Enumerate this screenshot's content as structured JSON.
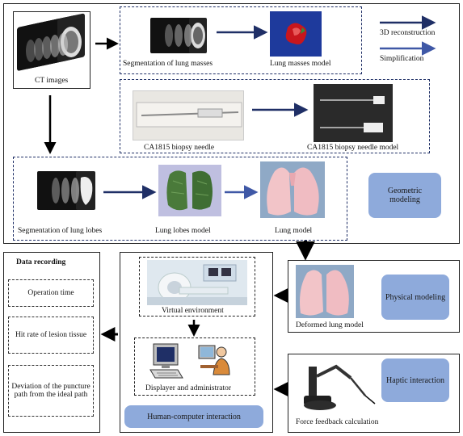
{
  "labels": {
    "ct_images": "CT images",
    "seg_masses": "Segmentation of lung masses",
    "masses_model": "Lung masses model",
    "needle": "CA1815 biopsy needle",
    "needle_model": "CA1815 biopsy needle model",
    "seg_lobes": "Segmentation of lung lobes",
    "lobes_model": "Lung lobes model",
    "lung_model": "Lung model",
    "virtual_env": "Virtual environment",
    "displayer": "Displayer and administrator",
    "deformed": "Deformed lung model",
    "force_calc": "Force feedback calculation"
  },
  "legend": {
    "reconstruction": "3D reconstruction",
    "simplification": "Simplification"
  },
  "modules": {
    "geometric": "Geometric modeling",
    "physical": "Physical modeling",
    "haptic": "Haptic interaction",
    "hci": "Human-computer interaction"
  },
  "data_recording": {
    "title": "Data recording",
    "items": [
      "Operation time",
      "Hit rate of lesion tissue",
      "Deviation of the puncture path from the ideal path"
    ]
  },
  "colors": {
    "arrow_dark": "#1f2f66",
    "arrow_light": "#3f58a6",
    "module_fill": "#8eaadb"
  }
}
